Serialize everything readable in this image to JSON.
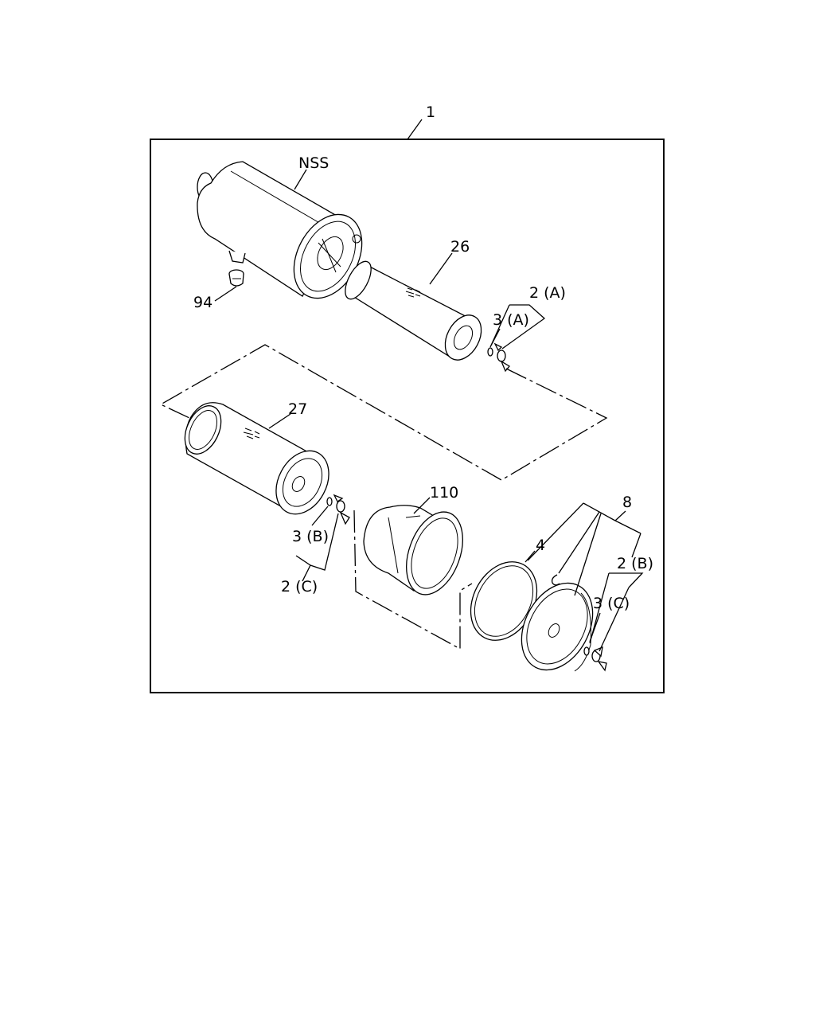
{
  "diagram": {
    "callouts": {
      "assembly": "1",
      "housing": "NSS",
      "plug": "94",
      "outer_element": "26",
      "inner_element": "27",
      "elbow": "110",
      "gasket": "4",
      "cover_assembly": "8",
      "nut_set_a": "2 (A)",
      "washer_a": "3 (A)",
      "nut_set_b": "2 (B)",
      "washer_b": "3 (B)",
      "nut_set_c": "2 (C)",
      "washer_c": "3 (C)"
    }
  }
}
